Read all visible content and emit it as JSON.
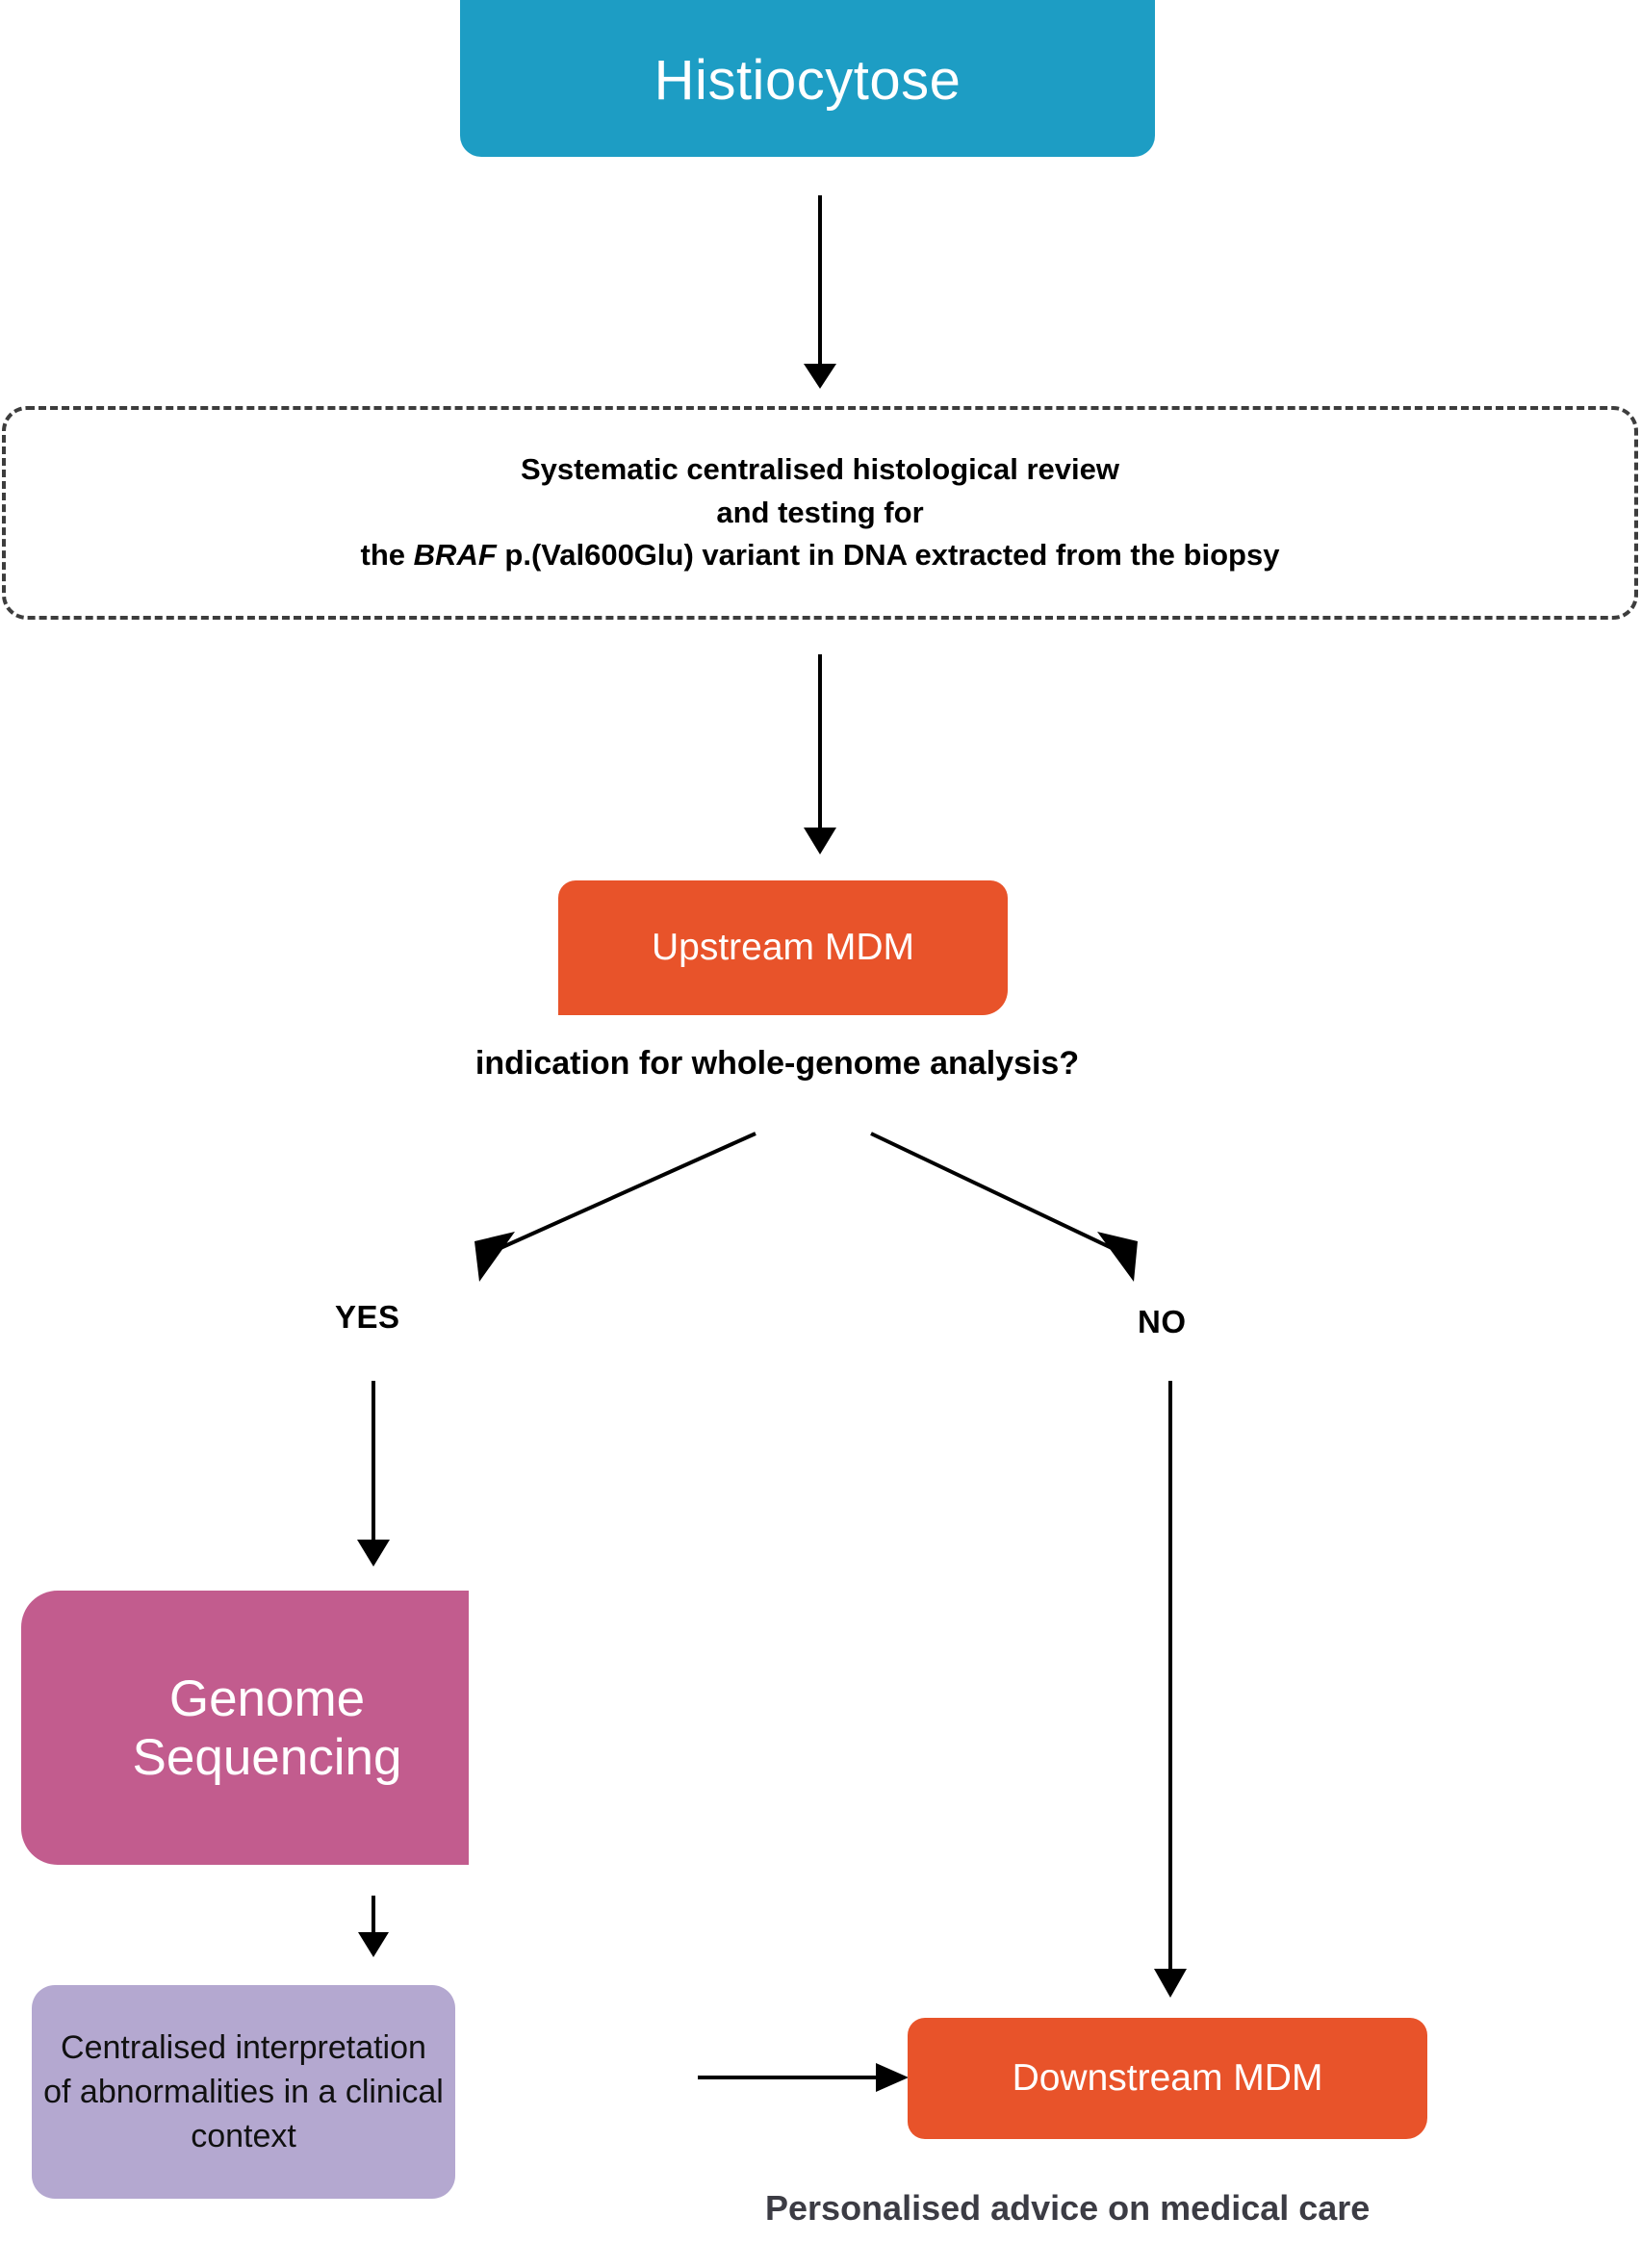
{
  "diagram": {
    "type": "flowchart",
    "title_node": "Histiocytose",
    "nodes": {
      "histiocytose": {
        "label": "Histiocytose",
        "color": "#1d9dc4",
        "text_color": "#ffffff",
        "shape": "rounded-bottom-rectangle"
      },
      "review": {
        "line1": "Systematic centralised histological review",
        "line2": "and testing for",
        "line3_prefix": "the ",
        "line3_italic": "BRAF",
        "line3_suffix": " p.(Val600Glu) variant in DNA extracted from the biopsy",
        "border_style": "dashed",
        "border_color": "#3d3d3d",
        "text_color": "#000000"
      },
      "upstream_mdm": {
        "label": "Upstream MDM",
        "color": "#e8532a",
        "text_color": "#ffffff"
      },
      "question": {
        "label": "indication for whole-genome analysis?",
        "text_color": "#000000"
      },
      "genome_sequencing": {
        "label": "Genome Sequencing",
        "color": "#c25c8e",
        "text_color": "#ffffff"
      },
      "interpretation": {
        "line1": "Centralised interpretation",
        "line2": "of abnormalities in a clinical",
        "line3": "context",
        "color": "#b4a8d0",
        "text_color": "#111111"
      },
      "downstream_mdm": {
        "label": "Downstream MDM",
        "color": "#e8532a",
        "text_color": "#ffffff"
      },
      "advice": {
        "label": "Personalised advice on medical care",
        "text_color": "#3c3c44"
      }
    },
    "branches": {
      "yes_label": "YES",
      "no_label": "NO"
    },
    "edges": [
      {
        "from": "histiocytose",
        "to": "review",
        "label": ""
      },
      {
        "from": "review",
        "to": "upstream_mdm",
        "label": ""
      },
      {
        "from": "upstream_mdm",
        "to": "genome_sequencing",
        "label": "YES"
      },
      {
        "from": "upstream_mdm",
        "to": "downstream_mdm",
        "label": "NO"
      },
      {
        "from": "genome_sequencing",
        "to": "interpretation",
        "label": ""
      },
      {
        "from": "interpretation",
        "to": "downstream_mdm",
        "label": ""
      }
    ]
  }
}
